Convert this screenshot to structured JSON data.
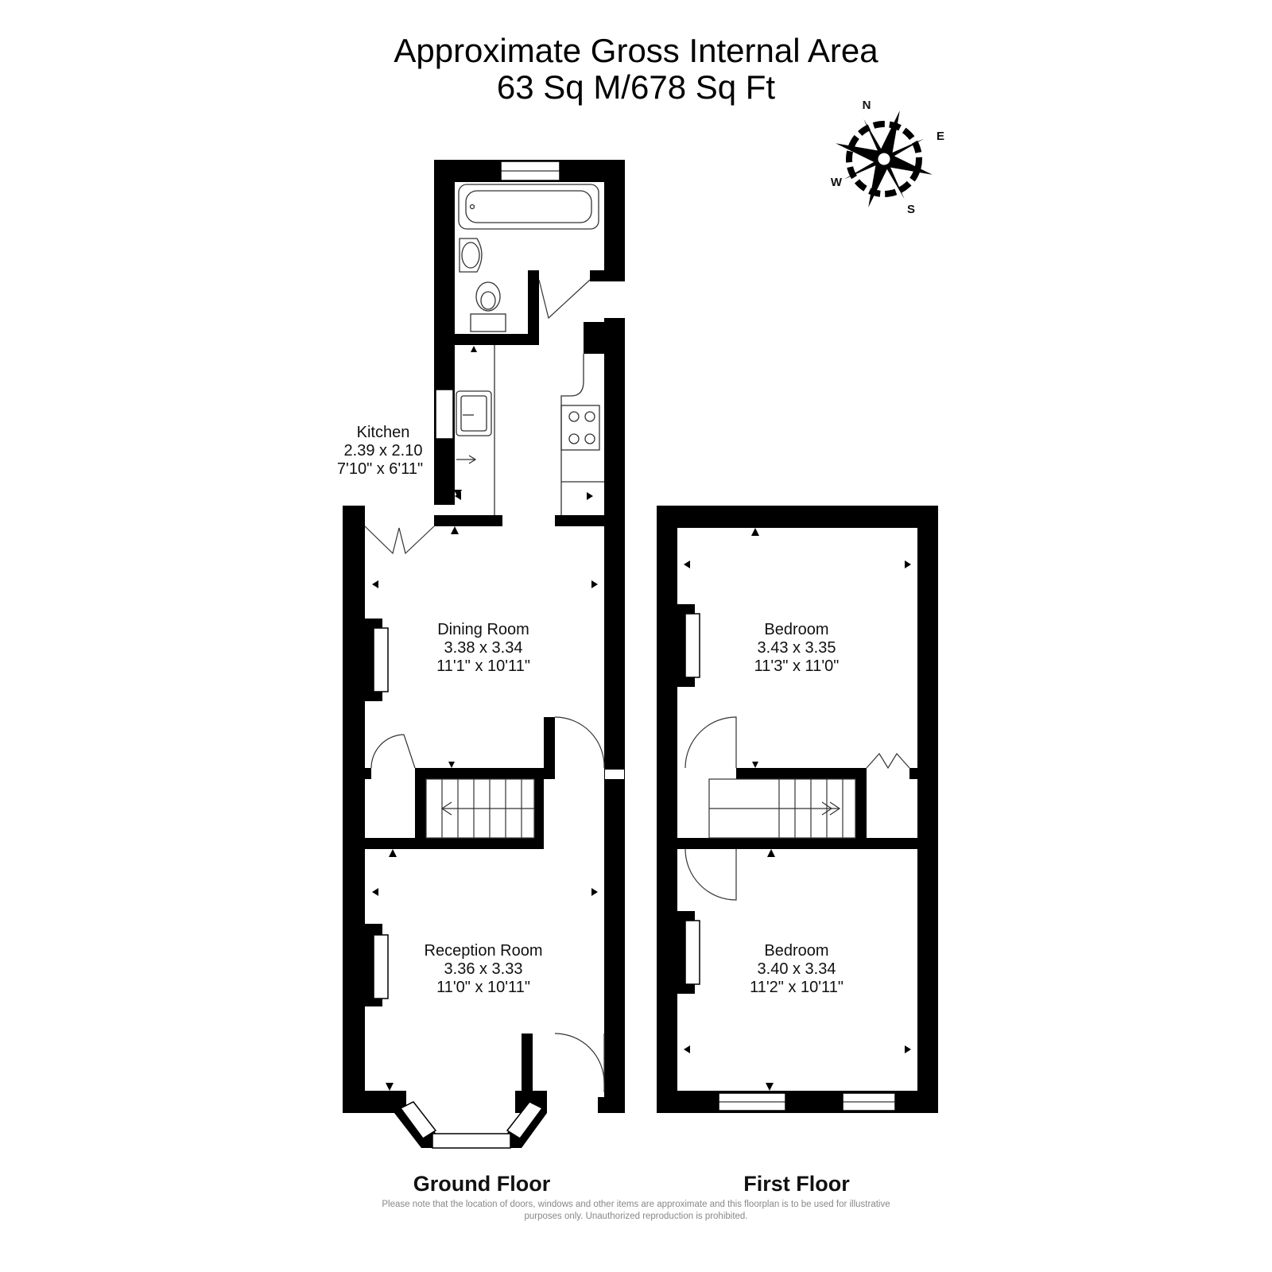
{
  "header": {
    "title_line1": "Approximate Gross Internal Area",
    "title_line2": "63 Sq M/678 Sq Ft"
  },
  "compass": {
    "n": "N",
    "e": "E",
    "s": "S",
    "w": "W"
  },
  "rooms": {
    "kitchen": {
      "name": "Kitchen",
      "metric": "2.39 x 2.10",
      "imperial": "7'10\" x 6'11\""
    },
    "dining": {
      "name": "Dining Room",
      "metric": "3.38 x 3.34",
      "imperial": "11'1\" x 10'11\""
    },
    "reception": {
      "name": "Reception Room",
      "metric": "3.36 x 3.33",
      "imperial": "11'0\" x 10'11\""
    },
    "bedroom1": {
      "name": "Bedroom",
      "metric": "3.43 x 3.35",
      "imperial": "11'3\" x 11'0\""
    },
    "bedroom2": {
      "name": "Bedroom",
      "metric": "3.40 x 3.34",
      "imperial": "11'2\" x 10'11\""
    }
  },
  "floors": {
    "ground": "Ground Floor",
    "first": "First Floor"
  },
  "disclaimer": {
    "line1": "Please note that the location of doors, windows and other items are approximate and this floorplan is to be used for illustrative",
    "line2": "purposes only. Unauthorized reproduction is prohibited."
  },
  "colors": {
    "wall": "#000000",
    "fixture_line": "#333333",
    "disclaimer": "#888888"
  }
}
